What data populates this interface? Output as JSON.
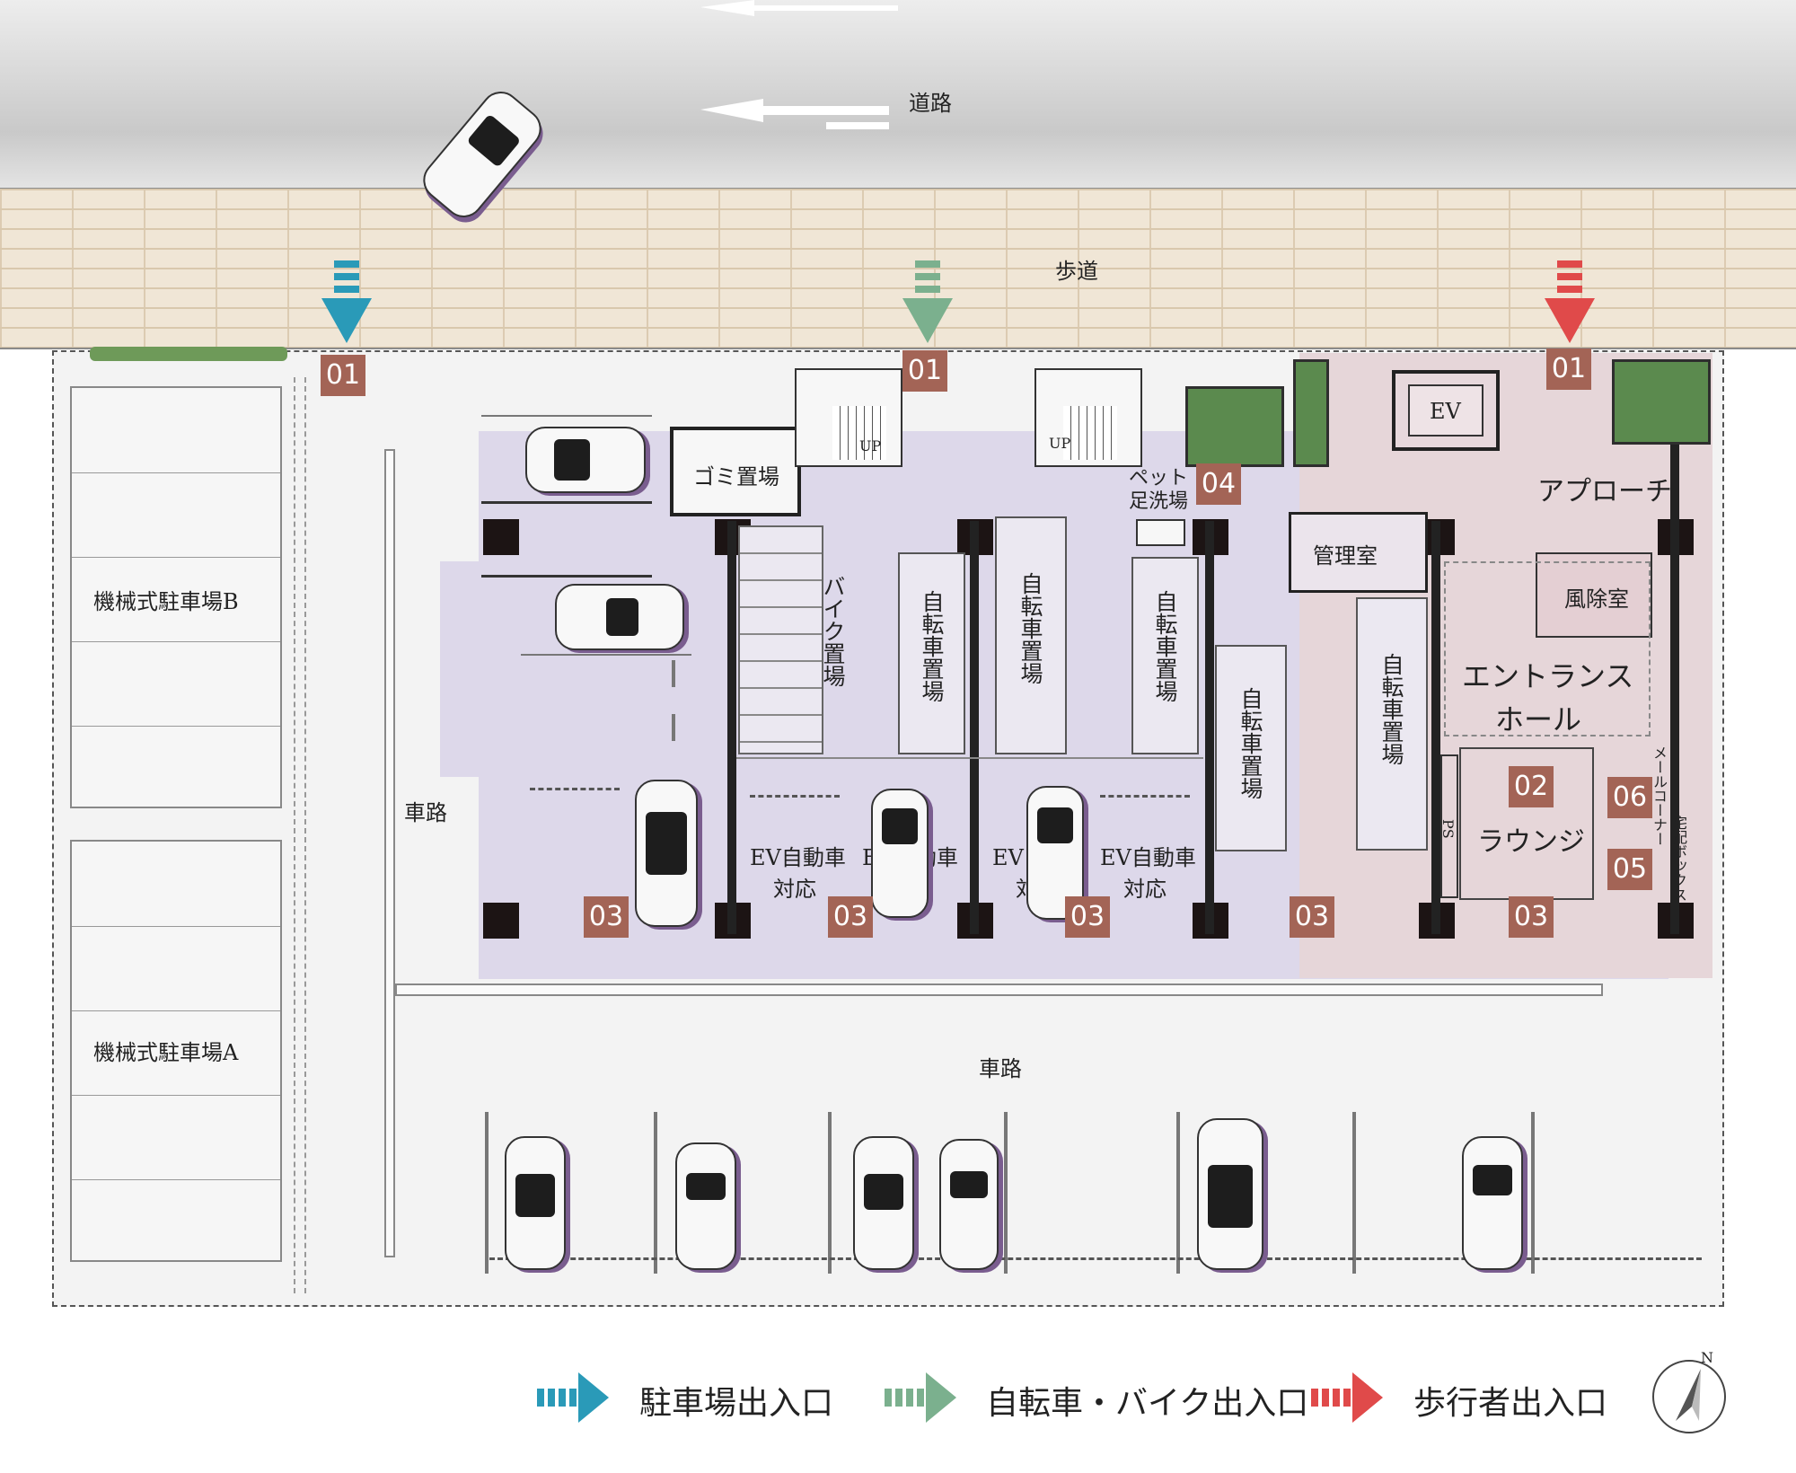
{
  "labels": {
    "road": "道路",
    "sidewalk": "歩道",
    "driveway_left": "車路",
    "driveway_bottom": "車路",
    "mech_parking_b": "機械式駐車場B",
    "mech_parking_a": "機械式駐車場A",
    "garbage": "ゴミ置場",
    "bike_storage_motor": "バイク置場",
    "bike_storage_1": "自転車置場",
    "bike_storage_2": "自転車置場",
    "bike_storage_3": "自転車置場",
    "bike_storage_4": "自転車置場",
    "bike_storage_5": "自転車置場",
    "pet_wash": "ペット\n足洗場",
    "manager_room": "管理室",
    "elevator": "EV",
    "approach": "アプローチ",
    "windbreak": "風除室",
    "entrance_hall_1": "エントランス",
    "entrance_hall_2": "ホール",
    "lounge": "ラウンジ",
    "mail_corner": "メールコーナー",
    "delivery_box": "宅配ボックス",
    "ps": "PS",
    "up_1": "UP",
    "up_2": "UP",
    "ev_car_1a": "EV自動車",
    "ev_car_1b": "対応",
    "ev_car_2a": "EV自動車",
    "ev_car_2b": "対応",
    "ev_car_3a": "EV自動車",
    "ev_car_3b": "対応",
    "ev_car_4a": "EV自動車",
    "ev_car_4b": "対応"
  },
  "badges": {
    "entrance_parking": "01",
    "entrance_bike": "01",
    "entrance_pedestrian": "01",
    "lounge": "02",
    "ev_parking_1": "03",
    "ev_parking_2": "03",
    "ev_parking_3": "03",
    "ev_parking_4": "03",
    "ev_parking_5": "03",
    "pet_wash": "04",
    "delivery_box": "05",
    "mail_corner": "06"
  },
  "legend": {
    "parking_entrance": "駐車場出入口",
    "bike_entrance": "自転車・バイク出入口",
    "pedestrian_entrance": "歩行者出入口",
    "north_mark": "N"
  },
  "colors": {
    "parking_arrow": "#2a9ab8",
    "bike_arrow": "#7bb08e",
    "pedestrian_arrow": "#e04a4a",
    "badge": "#a36456",
    "building_interior": "#ddd8ea",
    "entrance_area": "#e6d6d9"
  }
}
